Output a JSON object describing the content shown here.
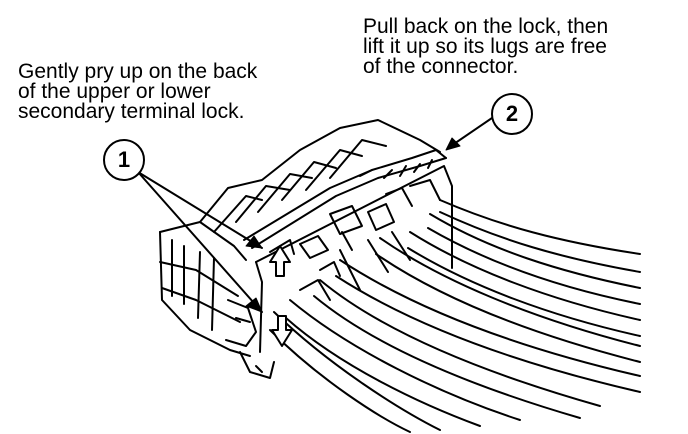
{
  "captions": {
    "left": [
      "Gently pry up on the back",
      "of the upper or lower",
      "secondary terminal lock."
    ],
    "right": [
      "Pull back on the lock, then",
      "lift it up so its lugs are free",
      "of the connector."
    ]
  },
  "callouts": {
    "one": "1",
    "two": "2"
  },
  "colors": {
    "line": "#000000",
    "background": "#ffffff"
  }
}
